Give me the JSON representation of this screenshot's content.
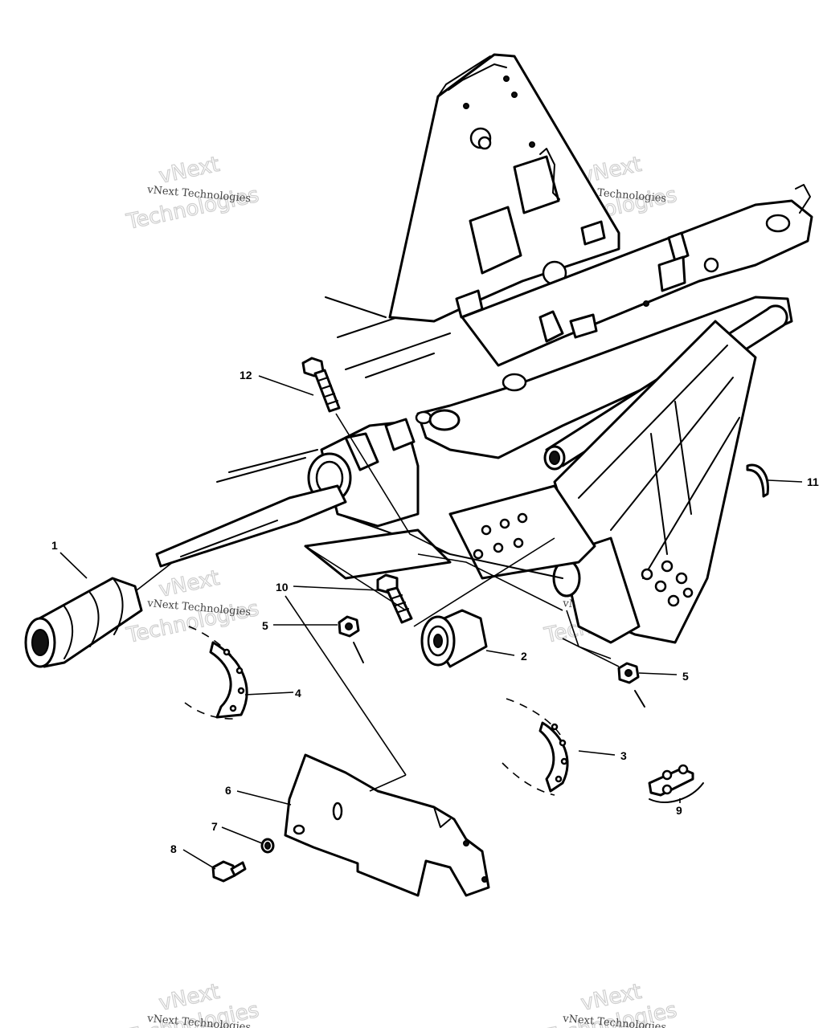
{
  "callouts": [
    {
      "id": "c1",
      "label": "1"
    },
    {
      "id": "c2",
      "label": "2"
    },
    {
      "id": "c3",
      "label": "3"
    },
    {
      "id": "c4",
      "label": "4"
    },
    {
      "id": "c5a",
      "label": "5"
    },
    {
      "id": "c5b",
      "label": "5"
    },
    {
      "id": "c6",
      "label": "6"
    },
    {
      "id": "c7",
      "label": "7"
    },
    {
      "id": "c8",
      "label": "8"
    },
    {
      "id": "c9",
      "label": "9"
    },
    {
      "id": "c10",
      "label": "10"
    },
    {
      "id": "c11",
      "label": "11"
    },
    {
      "id": "c12",
      "label": "12"
    }
  ],
  "watermark": {
    "text_small": "vNext Technologies",
    "text_big_1": "vNext",
    "text_big_2": "Technologies"
  }
}
